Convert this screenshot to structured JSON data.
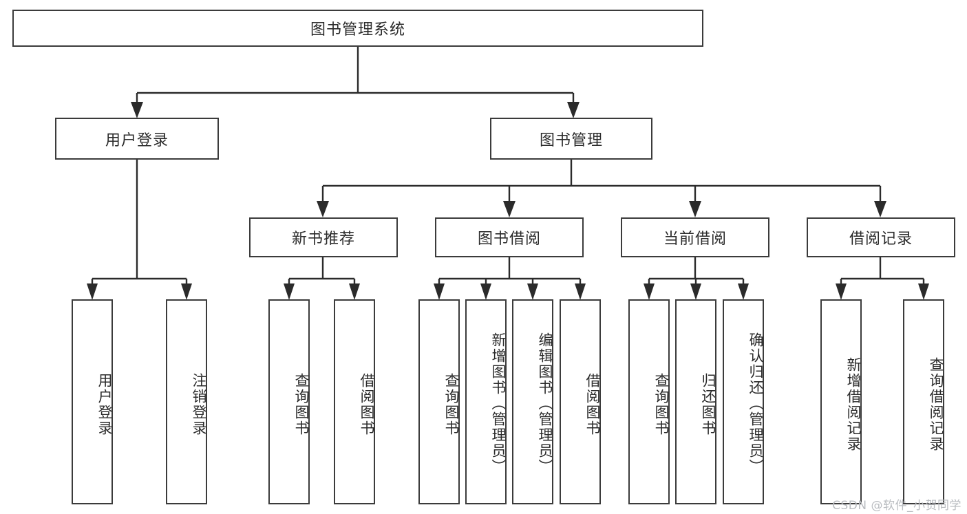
{
  "diagram": {
    "title": "图书管理系统",
    "watermark": "CSDN @软件_小贺同学",
    "colors": {
      "box_border": "#3b3b3b",
      "box_fill": "#ffffff",
      "line": "#2b2b2b",
      "text": "#2b2b2b",
      "watermark": "#b9bcc0",
      "background": "#ffffff"
    },
    "levels": {
      "root": {
        "label": "图书管理系统"
      },
      "level2": [
        {
          "label": "用户登录"
        },
        {
          "label": "图书管理"
        }
      ],
      "level3": [
        {
          "label": "新书推荐"
        },
        {
          "label": "图书借阅"
        },
        {
          "label": "当前借阅"
        },
        {
          "label": "借阅记录"
        }
      ],
      "leaves": {
        "user_login": [
          {
            "label": "用户登录"
          },
          {
            "label": "注销登录"
          }
        ],
        "new_book_recommend": [
          {
            "label": "查询图书"
          },
          {
            "label": "借阅图书"
          }
        ],
        "book_borrow": [
          {
            "label": "查询图书"
          },
          {
            "label": "新增图书（管理员）"
          },
          {
            "label": "编辑图书（管理员）"
          },
          {
            "label": "借阅图书"
          }
        ],
        "current_borrow": [
          {
            "label": "查询图书"
          },
          {
            "label": "归还图书"
          },
          {
            "label": "确认归还（管理员）"
          }
        ],
        "borrow_record": [
          {
            "label": "新增借阅记录"
          },
          {
            "label": "查询借阅记录"
          }
        ]
      }
    }
  }
}
